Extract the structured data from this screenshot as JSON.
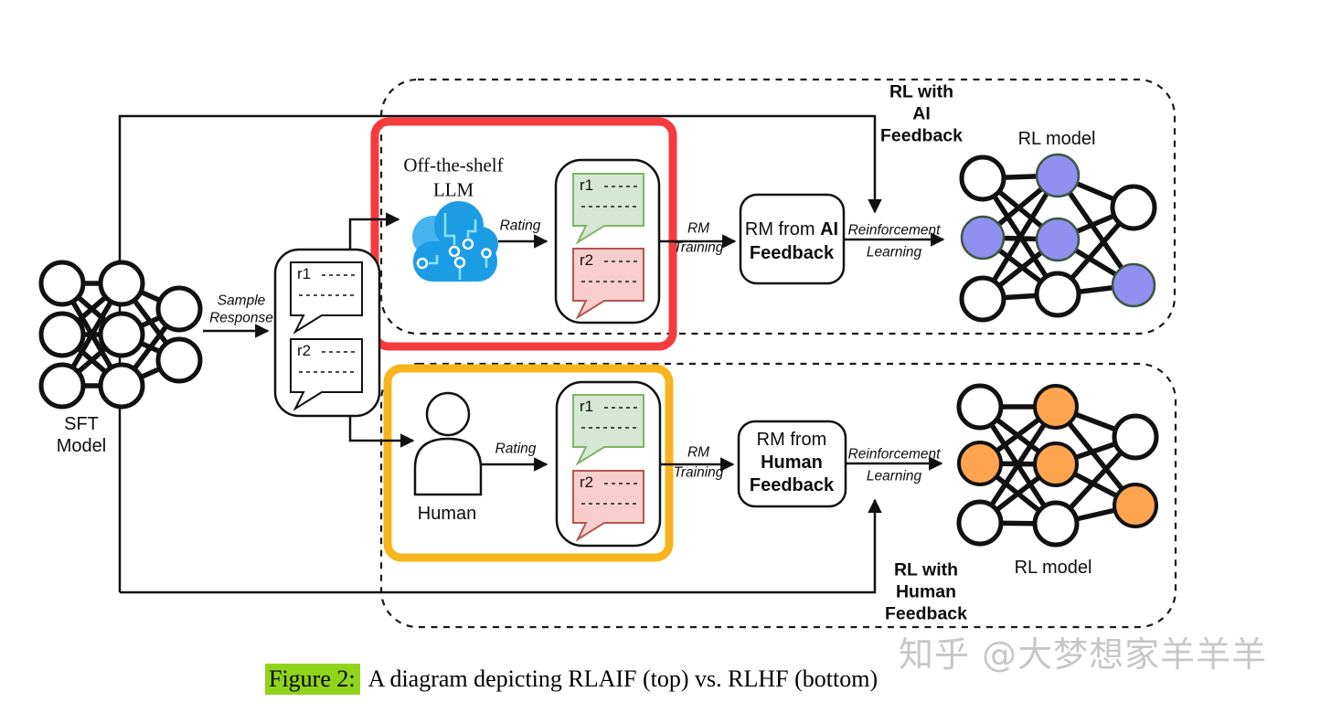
{
  "colors": {
    "rlaif_highlight_box": "#f43b3e",
    "rlhf_highlight_box": "#f7b41d",
    "rlaif_node_fill": "#8f90f0",
    "rlhf_node_fill": "#fca44e",
    "response_good_fill": "#d5e8d4",
    "response_good_stroke": "#82b366",
    "response_bad_fill": "#f8cecc",
    "response_bad_stroke": "#b85450",
    "llm_cloud_blue": "#1d9ce6",
    "caption_highlight": "#90d41c",
    "watermark_gray": "#c7c7c7"
  },
  "sft_model": {
    "label_line1": "SFT",
    "label_line2": "Model"
  },
  "sample_response_label": {
    "line1": "Sample",
    "line2": "Response"
  },
  "responses": {
    "r1": "r1",
    "r2": "r2"
  },
  "rlaif": {
    "judge_line1": "Off-the-shelf",
    "judge_line2": "LLM",
    "rating_label": "Rating",
    "rm_training_line1": "RM",
    "rm_training_line2": "Training",
    "rm_box_line1_normal": "RM from ",
    "rm_box_line1_bold": "AI",
    "rm_box_line2_bold": "Feedback",
    "rl_line1": "Reinforcement",
    "rl_line2": "Learning",
    "loop_line1": "RL with",
    "loop_line2": "AI",
    "loop_line3": "Feedback",
    "rl_model_label": "RL model"
  },
  "rlhf": {
    "judge_label": "Human",
    "rating_label": "Rating",
    "rm_training_line1": "RM",
    "rm_training_line2": "Training",
    "rm_box_line1_normal": "RM from",
    "rm_box_line2_bold": "Human",
    "rm_box_line3_bold": "Feedback",
    "rl_line1": "Reinforcement",
    "rl_line2": "Learning",
    "loop_line1": "RL with",
    "loop_line2": "Human",
    "loop_line3": "Feedback",
    "rl_model_label": "RL model"
  },
  "caption": {
    "tag": "Figure 2:",
    "text": "A diagram depicting RLAIF (top) vs. RLHF (bottom)"
  },
  "watermark": "知乎 @大梦想家羊羊羊"
}
